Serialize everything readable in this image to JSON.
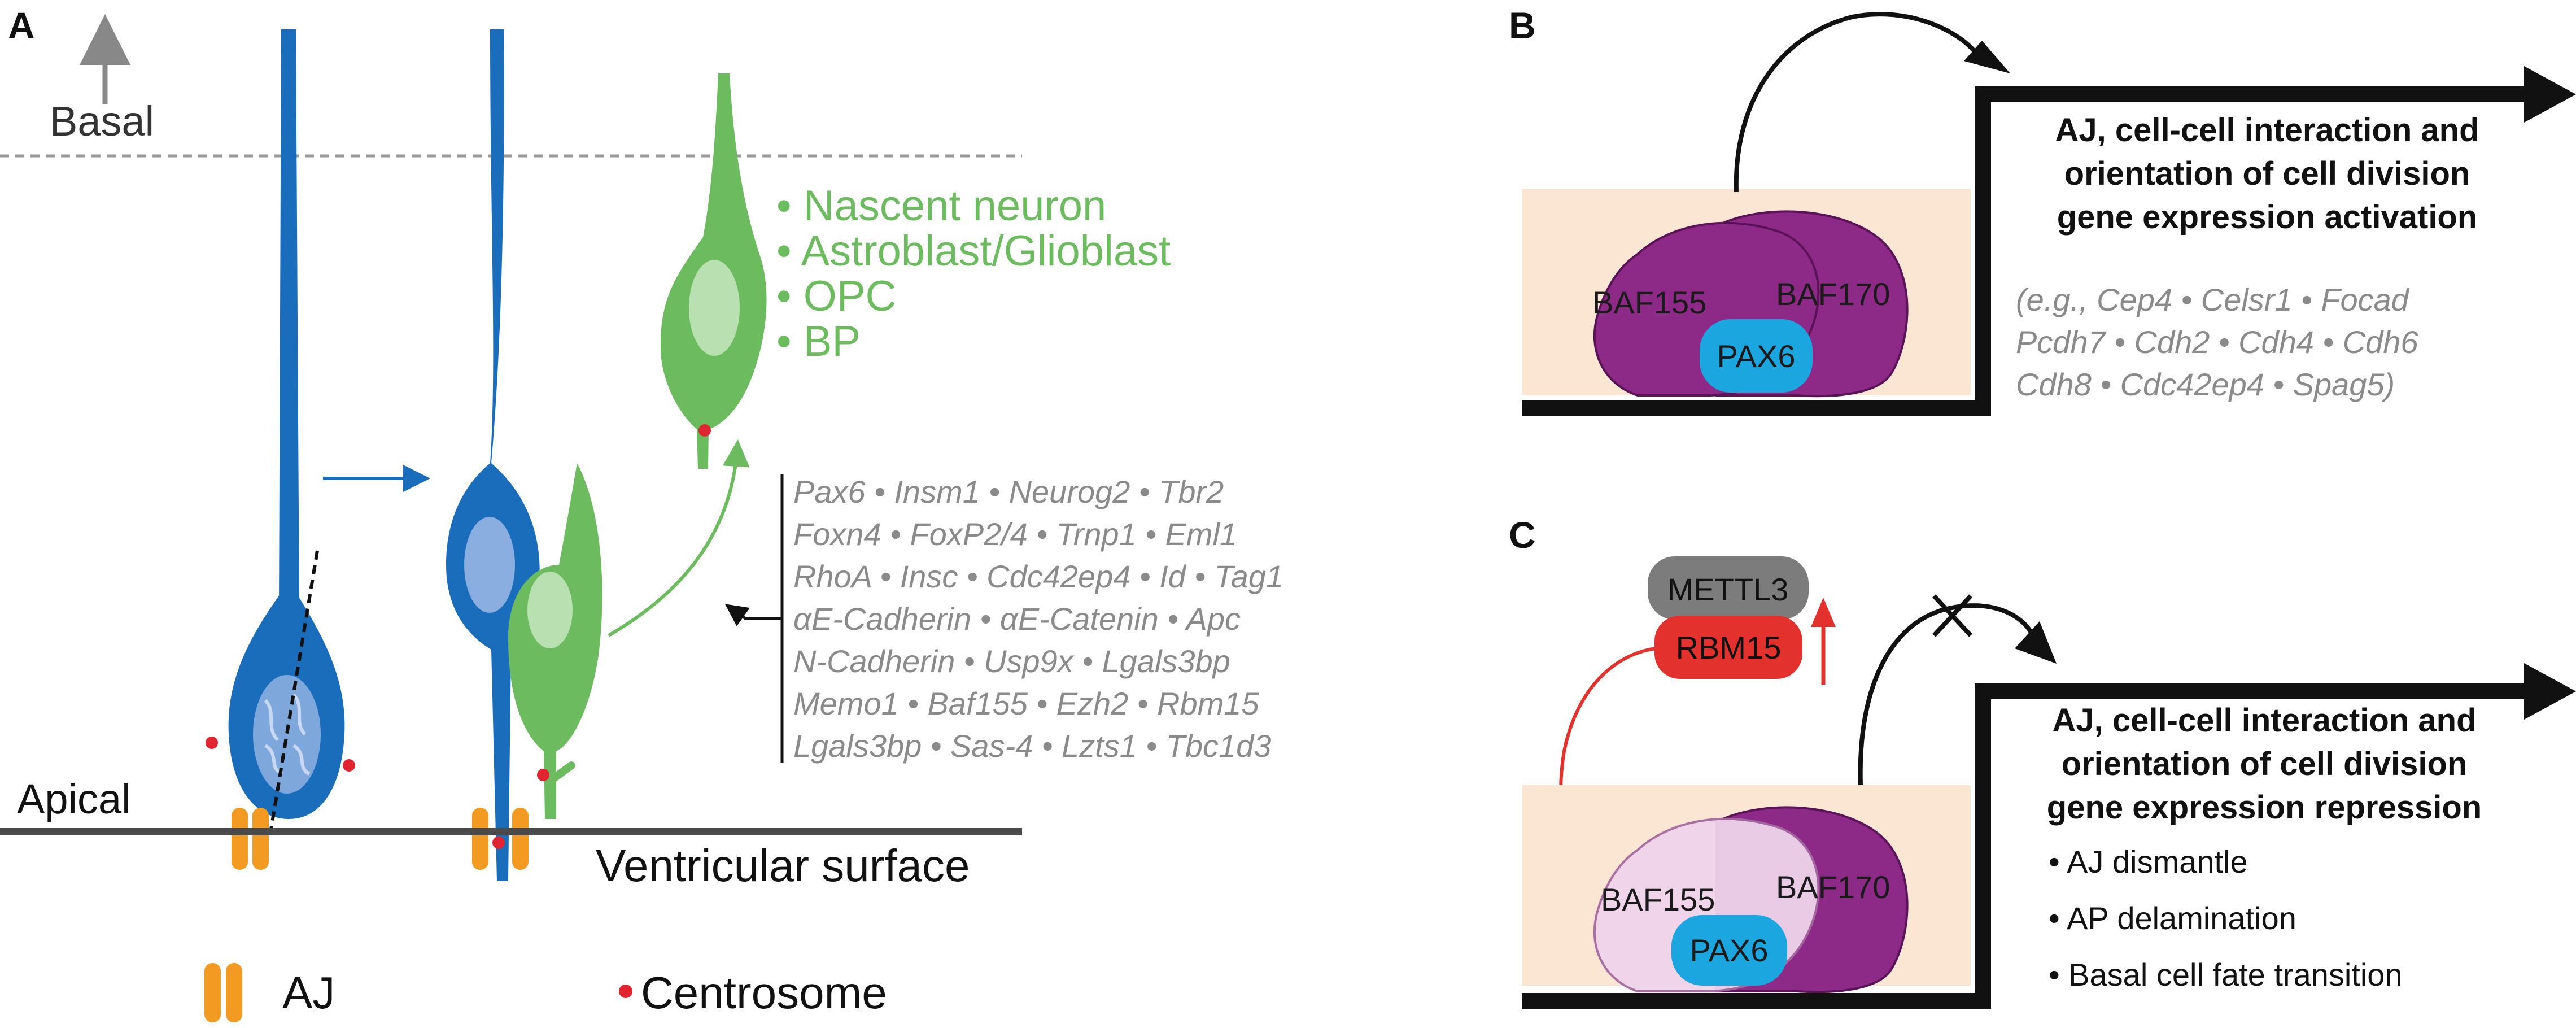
{
  "panels": {
    "A": {
      "letter": "A",
      "basal_label": "Basal",
      "apical_label": "Apical",
      "ventricular_label": "Ventricular surface",
      "fates": [
        "Nascent neuron",
        "Astroblast/Glioblast",
        "OPC",
        "BP"
      ],
      "genes": [
        "Pax6 • Insm1 • Neurog2 • Tbr2",
        "Foxn4 • FoxP2/4 • Trnp1 • Eml1",
        "RhoA • Insc • Cdc42ep4 • Id • Tag1",
        "αE-Cadherin • αE-Catenin • Apc",
        "N-Cadherin • Usp9x • Lgals3bp",
        "Memo1 • Baf155 • Ezh2 • Rbm15",
        "Lgals3bp • Sas-4 • Lzts1 • Tbc1d3"
      ],
      "legend": {
        "aj": "AJ",
        "centrosome": "Centrosome"
      }
    },
    "B": {
      "letter": "B",
      "baf155": "BAF155",
      "baf170": "BAF170",
      "pax6": "PAX6",
      "headline": [
        "AJ, cell-cell interaction and",
        "orientation of cell division",
        "gene expression activation"
      ],
      "examples": [
        "(e.g., Cep4 • Celsr1 • Focad",
        "Pcdh7 • Cdh2 • Cdh4 • Cdh6",
        "Cdh8 • Cdc42ep4 • Spag5)"
      ]
    },
    "C": {
      "letter": "C",
      "mettl3": "METTL3",
      "rbm15": "RBM15",
      "baf155": "BAF155",
      "baf170": "BAF170",
      "pax6": "PAX6",
      "headline": [
        "AJ, cell-cell interaction and",
        "orientation of cell division",
        "gene expression repression"
      ],
      "bullets": [
        "AJ dismantle",
        "AP delamination",
        "Basal cell fate transition"
      ]
    }
  },
  "colors": {
    "rgp_blue": "#1a6dbb",
    "neuron_green": "#6dbb5f",
    "aj_orange": "#f29a22",
    "centrosome_red": "#e02530",
    "baf_purple": "#8d2a87",
    "pax6_cyan": "#1ba6e0",
    "box_bg": "#fbe6d3",
    "mettl3_grey": "#7c7c7c",
    "rbm15_red": "#e3312d",
    "gene_grey": "#8a8a8a"
  }
}
